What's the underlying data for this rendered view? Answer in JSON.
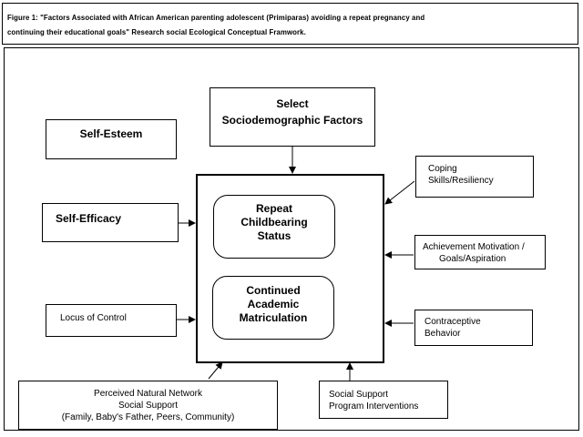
{
  "figure_caption": {
    "line1": "Figure 1: \"Factors Associated with African American parenting adolescent (Primiparas) avoiding a repeat pregnancy and",
    "line2": "continuing their educational goals\" Research social Ecological Conceptual Framwork."
  },
  "nodes": {
    "sociodemographic": {
      "line1": "Select",
      "line2": "Sociodemographic Factors"
    },
    "self_esteem": "Self-Esteem",
    "self_efficacy": "Self-Efficacy",
    "locus_of_control": "Locus of Control",
    "coping": {
      "line1": "Coping",
      "line2": "Skills/Resiliency"
    },
    "achievement": {
      "line1": "Achievement Motivation /",
      "line2": "Goals/Aspiration"
    },
    "contraceptive": {
      "line1": "Contraceptive",
      "line2": "Behavior"
    },
    "natural_network": {
      "line1": "Perceived Natural Network",
      "line2": "Social Support",
      "line3": "(Family, Baby's Father, Peers, Community)"
    },
    "social_program": {
      "line1": "Social Support",
      "line2": "Program Interventions"
    }
  },
  "outcomes": {
    "repeat_childbearing": {
      "line1": "Repeat",
      "line2": "Childbearing",
      "line3": "Status"
    },
    "academic_matriculation": {
      "line1": "Continued",
      "line2": "Academic",
      "line3": "Matriculation"
    }
  }
}
